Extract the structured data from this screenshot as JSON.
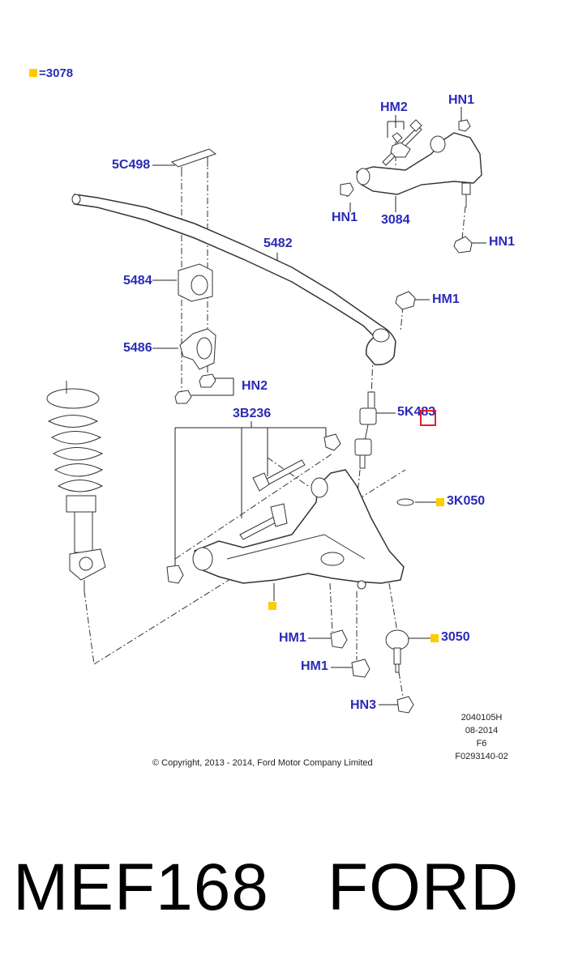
{
  "legend": {
    "marker_color": "#ffcc00",
    "text": "=3078"
  },
  "labels": {
    "hm2": "HM2",
    "hn1_top": "HN1",
    "hn1_left": "HN1",
    "p3084": "3084",
    "hn1_right": "HN1",
    "p5c498": "5C498",
    "p5482": "5482",
    "p5484": "5484",
    "hm1_upper": "HM1",
    "p5486": "5486",
    "hn2": "HN2",
    "p3b236": "3B236",
    "p5k483": "5K483",
    "p3k050": "3K050",
    "hm1_mid": "HM1",
    "p3050": "3050",
    "hm1_low": "HM1",
    "hn3": "HN3"
  },
  "meta": {
    "line1": "2040105H",
    "line2": "08-2014",
    "line3": "F6",
    "line4": "F0293140-02"
  },
  "copyright": "© Copyright, 2013 - 2014, Ford Motor Company Limited",
  "bottom": {
    "part_number": "MEF168",
    "brand": "FORD"
  },
  "colors": {
    "label": "#2a2ab8",
    "highlight": "#e81c2a",
    "marker": "#ffcc00"
  }
}
